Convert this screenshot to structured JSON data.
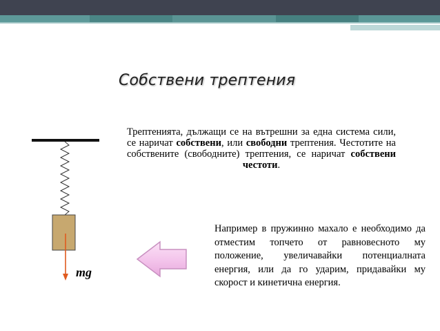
{
  "slide": {
    "title": "Собствени трептения"
  },
  "paragraph1": {
    "t1": "Трептенията, дължащи се на вътрешни за една система сили, се наричат ",
    "b1": "собствени",
    "t2": ", или ",
    "b2": "свободни",
    "t3": " трептения. Честотите на собствените (свободните) трептения, се наричат ",
    "b3": "собствени честоти",
    "t4": "."
  },
  "paragraph2": {
    "text": "Например в пружинно махало е необходимо да отместим топчето от равновесното му положение, увеличавайки потенциалната енергия, или да го ударим, придавайки му скорост и кинетична енергия."
  },
  "diagram": {
    "force_label": "mg",
    "colors": {
      "weight_block": "#c7a86f",
      "force_arrow": "#e05a1e",
      "left_arrow_fill": "#f4c6ec",
      "left_arrow_stroke": "#c890c0"
    }
  },
  "theme": {
    "header_dark": "#3f4350",
    "header_teal": "#4f8f8f"
  }
}
